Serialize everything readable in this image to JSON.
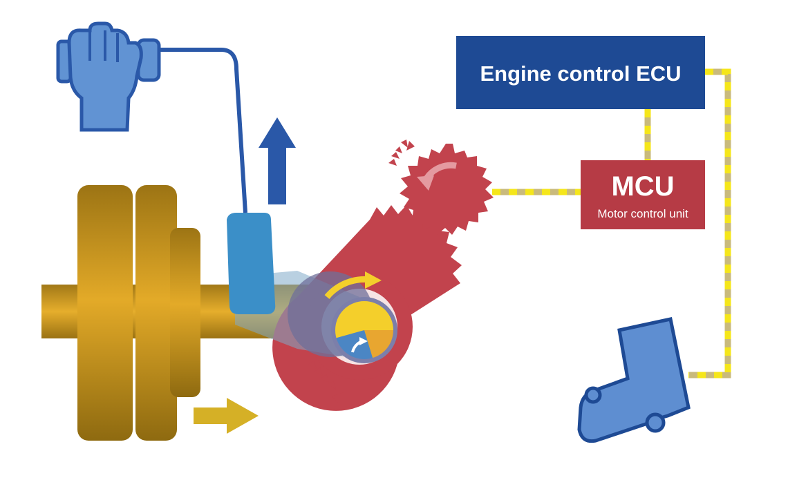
{
  "ecu": {
    "label": "Engine control ECU",
    "color": "#1e4a94"
  },
  "mcu": {
    "label": "MCU",
    "sublabel": "Motor control unit",
    "color": "#b63b45"
  },
  "colors": {
    "gear": "#c2434d",
    "shaft_gold": "#d79e20",
    "clutch_blue": "#3b8fc8",
    "arrow_blue": "#2a58a8",
    "arrow_yellow": "#d5b026",
    "hand_blue": "#6193d3",
    "wire_dash": "#f5e61a",
    "wire_base": "#c9ba7c"
  },
  "icons": [
    "hand-on-lever-icon",
    "foot-pedal-icon",
    "up-arrow-icon",
    "right-arrow-icon",
    "rotation-arrow-icon"
  ]
}
